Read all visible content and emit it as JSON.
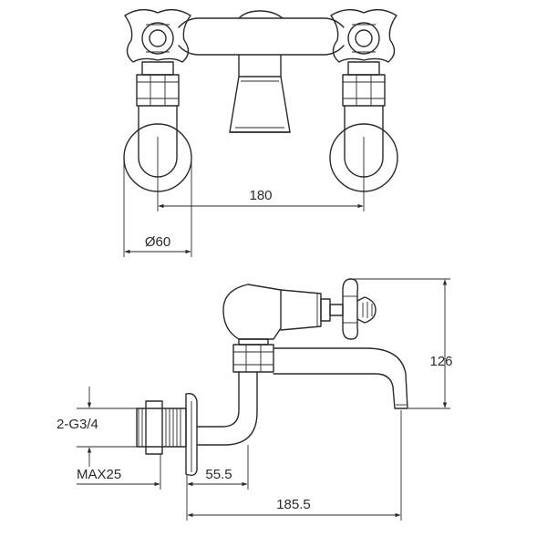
{
  "dimensions": {
    "spacing": "180",
    "flange_diameter": "Ø60",
    "height": "126",
    "thread": "2-G3/4",
    "max_depth": "MAX25",
    "offset": "55.5",
    "spout_reach": "185.5"
  }
}
